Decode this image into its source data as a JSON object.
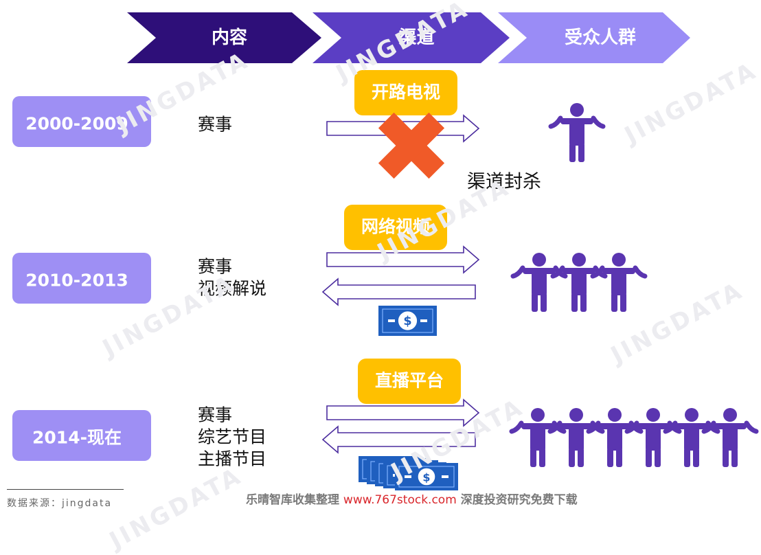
{
  "header": {
    "stages": [
      "内容",
      "渠道",
      "受众人群"
    ],
    "colors": [
      "#2e0f79",
      "#5b3ec4",
      "#9a8cf6"
    ]
  },
  "rows": [
    {
      "period": "2000-2009",
      "content_lines": [
        "赛事"
      ],
      "channel": "开路电视",
      "blocked": true,
      "blocked_label": "渠道封杀",
      "return_flow": false,
      "money_notes": 0,
      "audience_count": 1
    },
    {
      "period": "2010-2013",
      "content_lines": [
        "赛事",
        "视频解说"
      ],
      "channel": "网络视频",
      "blocked": false,
      "return_flow": true,
      "money_notes": 1,
      "audience_count": 3
    },
    {
      "period": "2014-现在",
      "content_lines": [
        "赛事",
        "综艺节目",
        "主播节目"
      ],
      "channel": "直播平台",
      "blocked": false,
      "return_flow": true,
      "money_notes": 4,
      "audience_count": 6
    }
  ],
  "colors": {
    "period_box": "#9e8ff4",
    "channel_badge": "#ffc000",
    "cross": "#f05a28",
    "person": "#5a35b0",
    "money": "#1f5fbf",
    "arrow_stroke": "#4b2c9e"
  },
  "source": "数据来源：jingdata",
  "footer": {
    "prefix": "乐晴智库收集整理",
    "url": "www.767stock.com",
    "suffix": "深度投资研究免费下载"
  },
  "watermark": "JINGDATA"
}
